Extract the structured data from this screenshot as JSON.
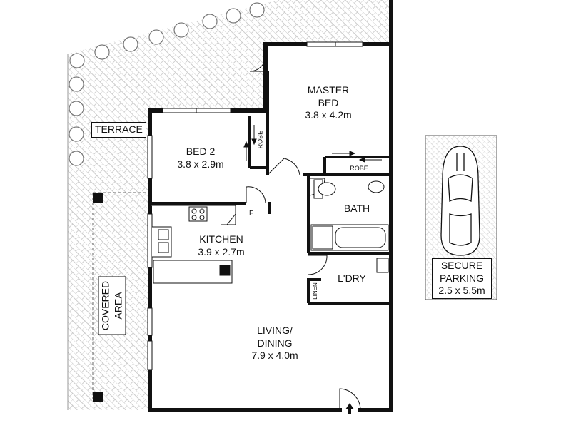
{
  "rooms": {
    "master_bed": {
      "name_line1": "MASTER",
      "name_line2": "BED",
      "dims": "3.8 x 4.2m"
    },
    "bed2": {
      "name": "BED 2",
      "dims": "3.8 x 2.9m"
    },
    "kitchen": {
      "name": "KITCHEN",
      "dims": "3.9 x 2.7m"
    },
    "bath": {
      "name": "BATH"
    },
    "laundry": {
      "name": "L'DRY"
    },
    "living": {
      "name_line1": "LIVING/",
      "name_line2": "DINING",
      "dims": "7.9 x 4.0m"
    }
  },
  "labels": {
    "terrace": "TERRACE",
    "covered_line1": "COVERED",
    "covered_line2": "AREA",
    "robe_bed2": "ROBE",
    "robe_master": "ROBE",
    "linen": "LINEN",
    "fridge": "F"
  },
  "parking": {
    "line1": "SECURE",
    "line2": "PARKING",
    "dims": "2.5 x 5.5m"
  }
}
